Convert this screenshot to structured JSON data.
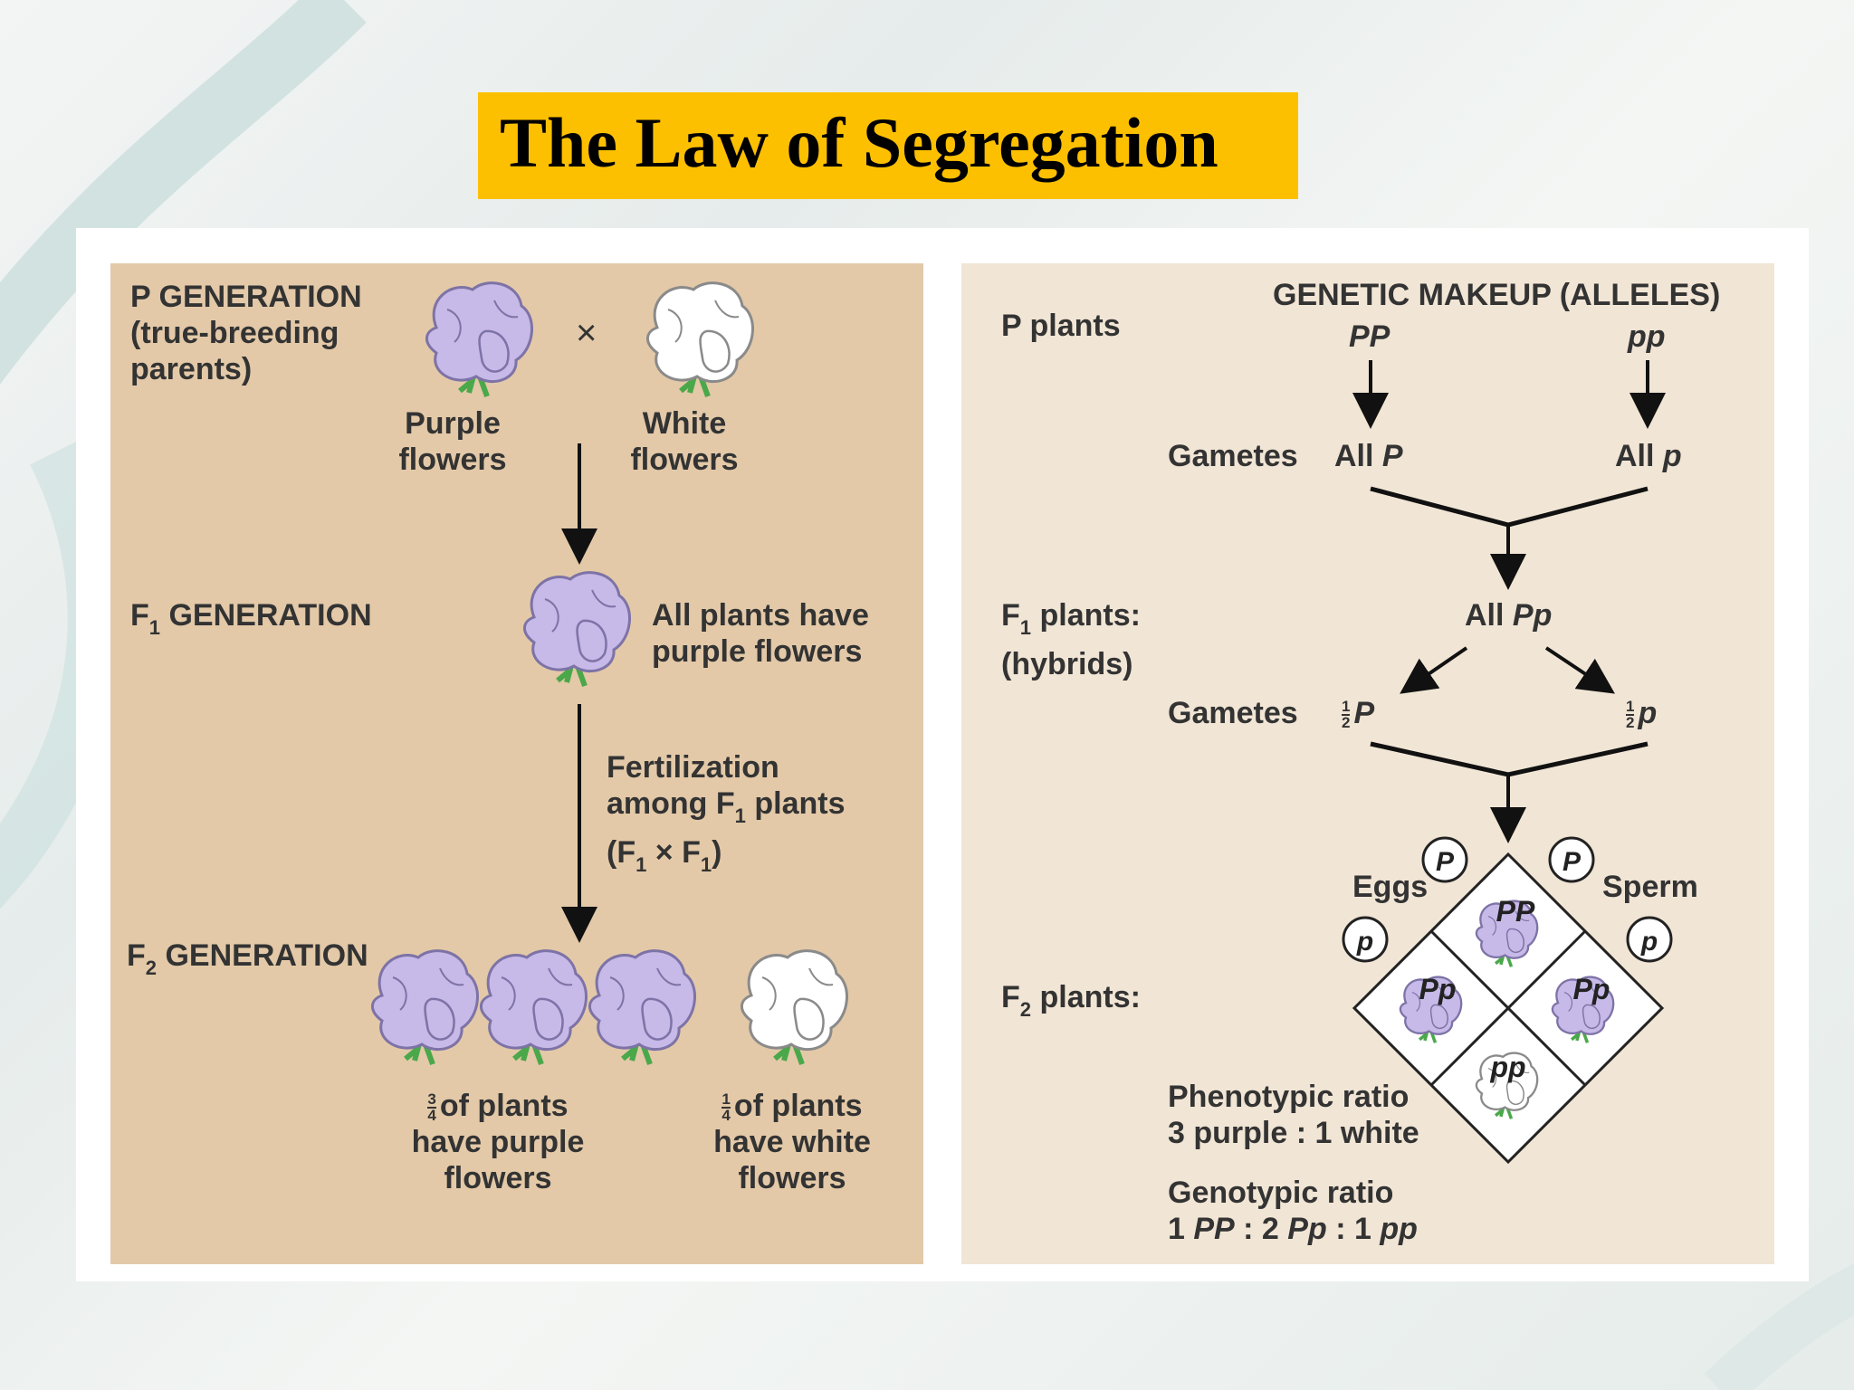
{
  "title": "The Law of Segregation",
  "left_panel": {
    "p_generation": [
      "P GENERATION",
      "(true-breeding",
      "parents)"
    ],
    "cross_symbol": "×",
    "purple_label": [
      "Purple",
      "flowers"
    ],
    "white_label": [
      "White",
      "flowers"
    ],
    "f1_generation": {
      "f": "F",
      "sub": "1",
      "rest": " GENERATION"
    },
    "f1_desc": [
      "All plants have",
      "purple flowers"
    ],
    "fertilization": {
      "line1": "Fertilization",
      "line2_pre": "among F",
      "line2_sub": "1",
      "line2_post": " plants",
      "line3_a": "(F",
      "line3_sub1": "1",
      "line3_b": " × F",
      "line3_sub2": "1",
      "line3_c": ")"
    },
    "f2_generation": {
      "f": "F",
      "sub": "2",
      "rest": " GENERATION"
    },
    "purple_fraction": {
      "num": "3",
      "den": "4",
      "text": "of plants"
    },
    "purple_fraction_rest": [
      "have purple",
      "flowers"
    ],
    "white_fraction": {
      "num": "1",
      "den": "4",
      "text": "of plants"
    },
    "white_fraction_rest": [
      "have white",
      "flowers"
    ]
  },
  "right_panel": {
    "genetic_makeup": "GENETIC MAKEUP (ALLELES)",
    "p_plants": "P plants",
    "pp_dominant": "PP",
    "pp_recessive": "pp",
    "gametes_label": "Gametes",
    "all_P": {
      "all": "All ",
      "allele": "P"
    },
    "all_p": {
      "all": "All ",
      "allele": "p"
    },
    "f1_plants": {
      "f": "F",
      "sub": "1",
      "rest": " plants:"
    },
    "hybrids": "(hybrids)",
    "all_Pp": {
      "all": "All ",
      "allele": "Pp"
    },
    "gametes_label_2": "Gametes",
    "half_P": {
      "num": "1",
      "den": "2",
      "allele": "P"
    },
    "half_p": {
      "num": "1",
      "den": "2",
      "allele": "p"
    },
    "eggs": "Eggs",
    "sperm": "Sperm",
    "egg_alleles": [
      "P",
      "p"
    ],
    "sperm_alleles": [
      "P",
      "p"
    ],
    "f2_plants": {
      "f": "F",
      "sub": "2",
      "rest": " plants:"
    },
    "punnett": {
      "top": "PP",
      "left": "Pp",
      "right": "Pp",
      "bottom": "pp"
    },
    "phenotypic_ratio": [
      "Phenotypic ratio",
      "3 purple : 1 white"
    ],
    "genotypic_label": "Genotypic ratio",
    "genotypic_ratio": {
      "a": "1 ",
      "b": "PP",
      "c": " : 2 ",
      "d": "Pp",
      "e": " : 1 ",
      "f": "pp"
    }
  },
  "colors": {
    "title_bg": "#fdc000",
    "left_panel": "#e3c9a8",
    "right_panel": "#f1e5d5",
    "purple_flower": "#c7b9e8",
    "white_flower": "#ffffff",
    "stem": "#5ab85a"
  }
}
